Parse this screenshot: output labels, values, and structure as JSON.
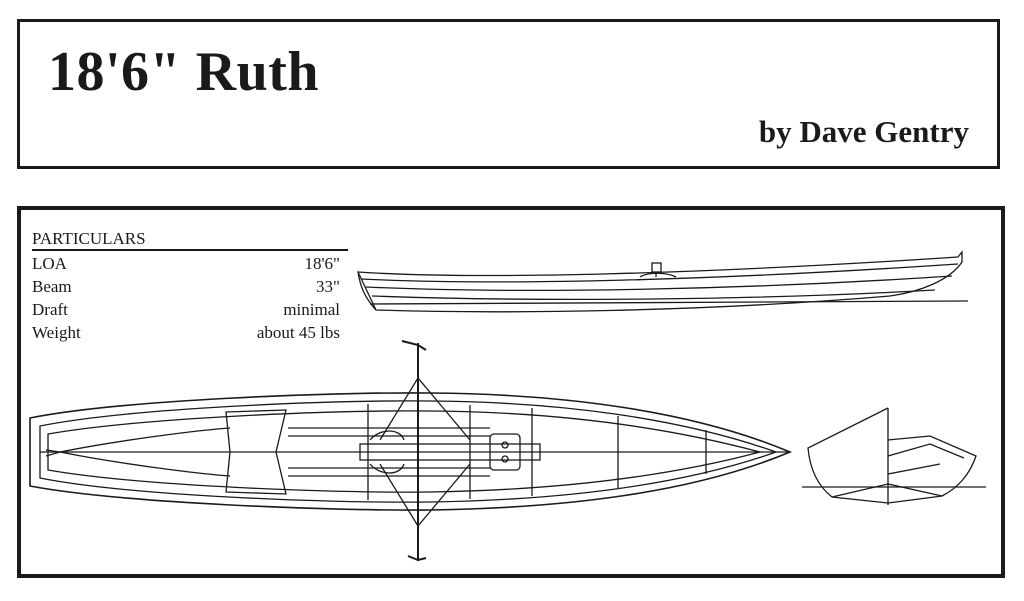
{
  "header": {
    "title": "18'6\" Ruth",
    "author": "by Dave Gentry"
  },
  "particulars": {
    "heading": "PARTICULARS",
    "rows": [
      {
        "label": "LOA",
        "value": "18'6\""
      },
      {
        "label": "Beam",
        "value": "33\""
      },
      {
        "label": "Draft",
        "value": "minimal"
      },
      {
        "label": "Weight",
        "value": "about 45 lbs"
      }
    ]
  }
}
